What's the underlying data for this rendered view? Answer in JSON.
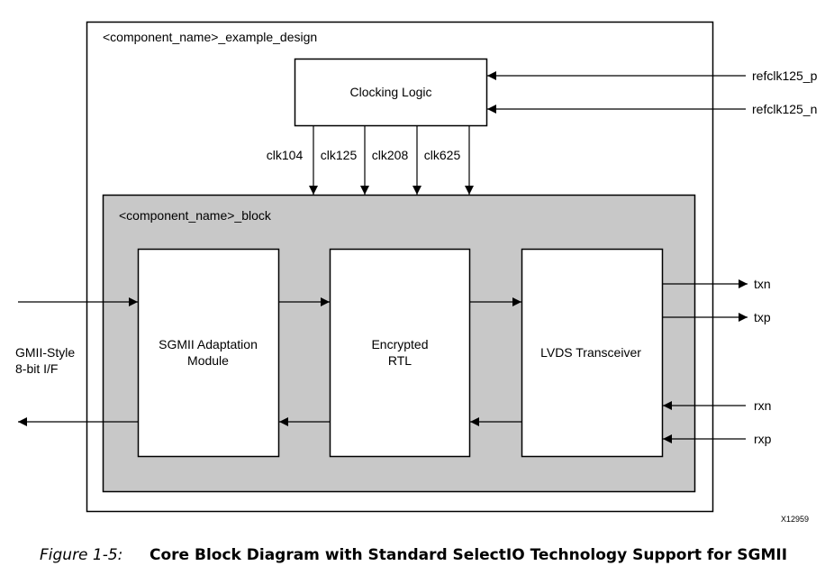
{
  "outer": {
    "label": "<component_name>_example_design"
  },
  "clocking": {
    "label": "Clocking Logic",
    "inputs": [
      "refclk125_p",
      "refclk125_n"
    ],
    "outputs": [
      "clk104",
      "clk125",
      "clk208",
      "clk625"
    ]
  },
  "block": {
    "label": "<component_name>_block"
  },
  "modules": {
    "sgmii": {
      "line1": "SGMII Adaptation",
      "line2": "Module"
    },
    "encrypted": {
      "line1": "Encrypted",
      "line2": "RTL"
    },
    "lvds": {
      "label": "LVDS Transceiver"
    }
  },
  "gmii": {
    "line1": "GMII-Style",
    "line2": "8-bit I/F"
  },
  "lvds_ports": [
    "txn",
    "txp",
    "rxn",
    "rxp"
  ],
  "figure_code": "X12959",
  "caption": {
    "number": "Figure 1-5:",
    "title": "Core Block Diagram with Standard SelectIO Technology Support for SGMII"
  }
}
